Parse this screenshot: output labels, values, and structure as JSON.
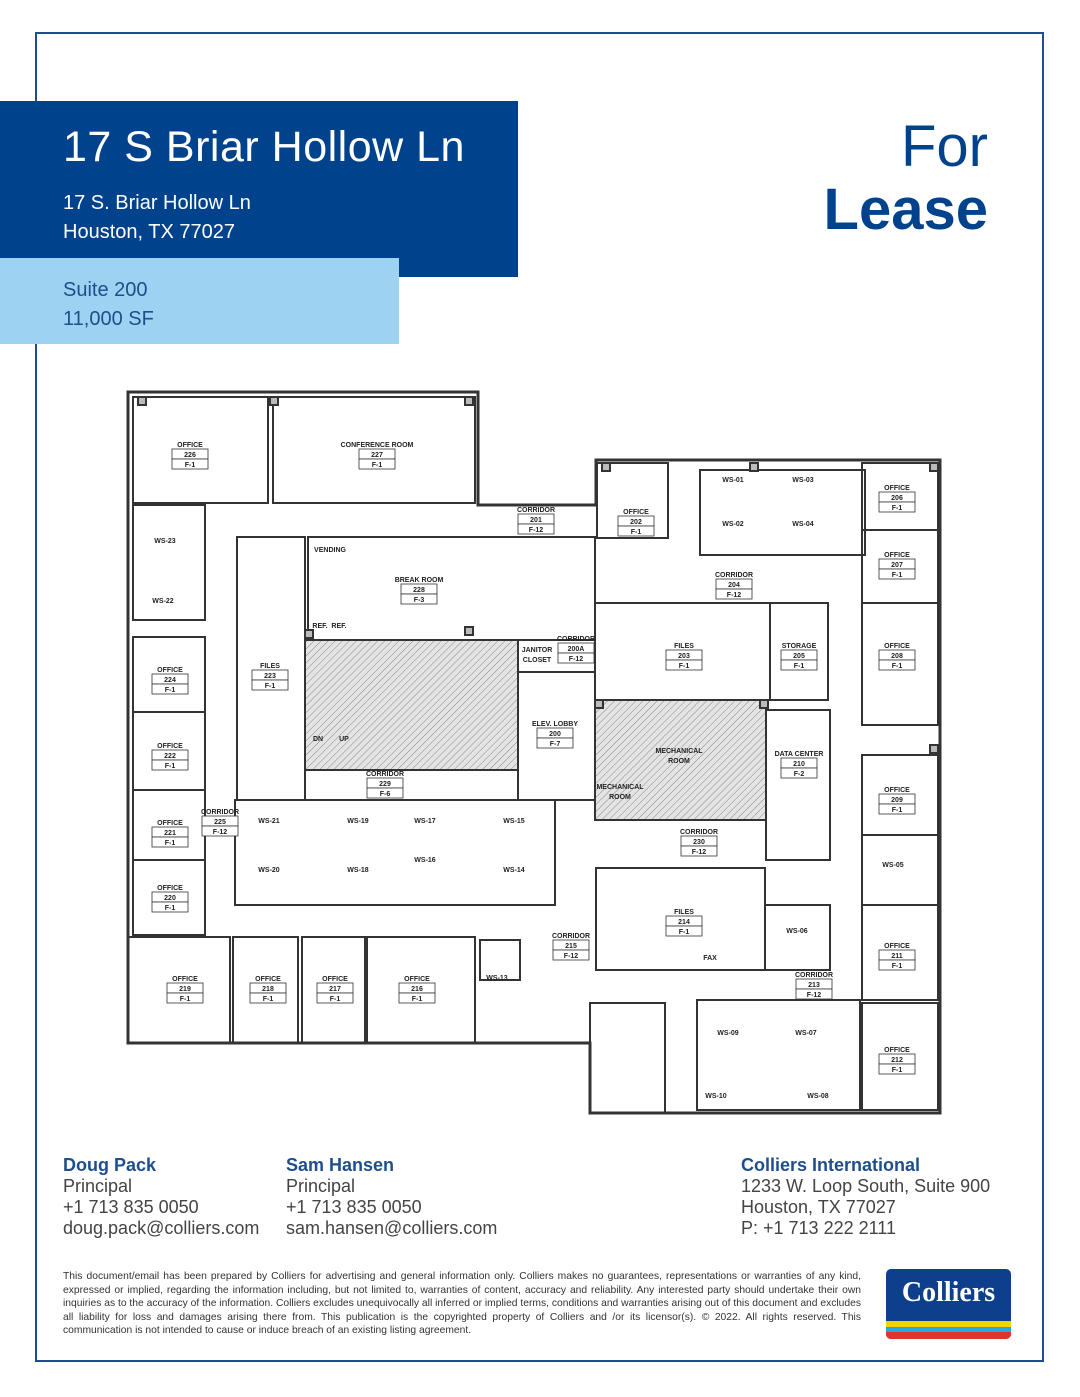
{
  "header": {
    "title": "17 S Briar Hollow Ln",
    "address_line1": "17 S. Briar Hollow Ln",
    "address_line2": "Houston, TX 77027",
    "suite": "Suite 200",
    "size": "11,000 SF",
    "for": "For",
    "lease": "Lease"
  },
  "colors": {
    "brand_dark_blue": "#00428c",
    "brand_light_blue": "#9dd2f2"
  },
  "floorplan": {
    "rooms": [
      [
        "OFFICE",
        "226",
        "F-1"
      ],
      [
        "CONFERENCE ROOM",
        "227",
        "F-1"
      ],
      [
        "CORRIDOR",
        "201",
        "F-12"
      ],
      [
        "WS-23"
      ],
      [
        "WS-22"
      ],
      [
        "VENDING"
      ],
      [
        "BREAK ROOM",
        "228",
        "F-3"
      ],
      [
        "REF."
      ],
      [
        "REF."
      ],
      [
        "OFFICE",
        "224",
        "F-1"
      ],
      [
        "FILES",
        "223",
        "F-1"
      ],
      [
        "OFFICE",
        "222",
        "F-1"
      ],
      [
        "JANITOR",
        "CLOSET"
      ],
      [
        "CORRIDOR",
        "200A",
        "F-12"
      ],
      [
        "ELEV. LOBBY",
        "200",
        "F-7"
      ],
      [
        "OFFICE",
        "202",
        "F-1"
      ],
      [
        "WS-01"
      ],
      [
        "WS-03"
      ],
      [
        "WS-02"
      ],
      [
        "WS-04"
      ],
      [
        "CORRIDOR",
        "204",
        "F-12"
      ],
      [
        "OFFICE",
        "206",
        "F-1"
      ],
      [
        "OFFICE",
        "207",
        "F-1"
      ],
      [
        "FILES",
        "203",
        "F-1"
      ],
      [
        "STORAGE",
        "205",
        "F-1"
      ],
      [
        "OFFICE",
        "208",
        "F-1"
      ],
      [
        "MECHANICAL",
        "ROOM"
      ],
      [
        "MECHANICAL",
        "ROOM"
      ],
      [
        "DATA CENTER",
        "210",
        "F-2"
      ],
      [
        "OFFICE",
        "209",
        "F-1"
      ],
      [
        "CORRIDOR",
        "229",
        "F-6"
      ],
      [
        "CORRIDOR",
        "230",
        "F-12"
      ],
      [
        "OFFICE",
        "221",
        "F-1"
      ],
      [
        "CORRIDOR",
        "225",
        "F-12"
      ],
      [
        "WS-21"
      ],
      [
        "WS-19"
      ],
      [
        "WS-17"
      ],
      [
        "WS-15"
      ],
      [
        "WS-20"
      ],
      [
        "WS-18"
      ],
      [
        "WS-16"
      ],
      [
        "WS-14"
      ],
      [
        "OFFICE",
        "220",
        "F-1"
      ],
      [
        "WS-05"
      ],
      [
        "FILES",
        "214",
        "F-1"
      ],
      [
        "FAX"
      ],
      [
        "WS-06"
      ],
      [
        "CORRIDOR",
        "215",
        "F-12"
      ],
      [
        "OFFICE",
        "211",
        "F-1"
      ],
      [
        "CORRIDOR",
        "213",
        "F-12"
      ],
      [
        "OFFICE",
        "219",
        "F-1"
      ],
      [
        "OFFICE",
        "218",
        "F-1"
      ],
      [
        "OFFICE",
        "217",
        "F-1"
      ],
      [
        "OFFICE",
        "216",
        "F-1"
      ],
      [
        "WS-13"
      ],
      [
        "WS-09"
      ],
      [
        "WS-07"
      ],
      [
        "WS-10"
      ],
      [
        "WS-08"
      ],
      [
        "OFFICE",
        "212",
        "F-1"
      ],
      [
        "DN"
      ],
      [
        "UP"
      ]
    ]
  },
  "contacts": [
    {
      "name": "Doug Pack",
      "title": "Principal",
      "phone": "+1 713 835 0050",
      "email": "doug.pack@colliers.com"
    },
    {
      "name": "Sam Hansen",
      "title": "Principal",
      "phone": "+1 713 835 0050",
      "email": "sam.hansen@colliers.com"
    }
  ],
  "company": {
    "name": "Colliers International",
    "address_line1": "1233 W. Loop South, Suite 900",
    "address_line2": "Houston, TX 77027",
    "phone": "P: +1 713 222 2111"
  },
  "disclaimer": "This document/email has been prepared by Colliers for advertising and general information only. Colliers makes no guarantees, representations or warranties of any kind, expressed or implied, regarding the information including, but not limited to, warranties of content, accuracy and reliability. Any interested party should undertake their own inquiries as to the accuracy of the information. Colliers excludes unequivocally all inferred or implied terms, conditions and warranties arising out of this document and excludes all liability for loss and damages arising there from. This publication is the copyrighted property of Colliers and /or its licensor(s). © 2022. All rights reserved. This communication is not intended to cause or induce breach of an existing listing agreement.",
  "logo": {
    "text": "Colliers"
  }
}
